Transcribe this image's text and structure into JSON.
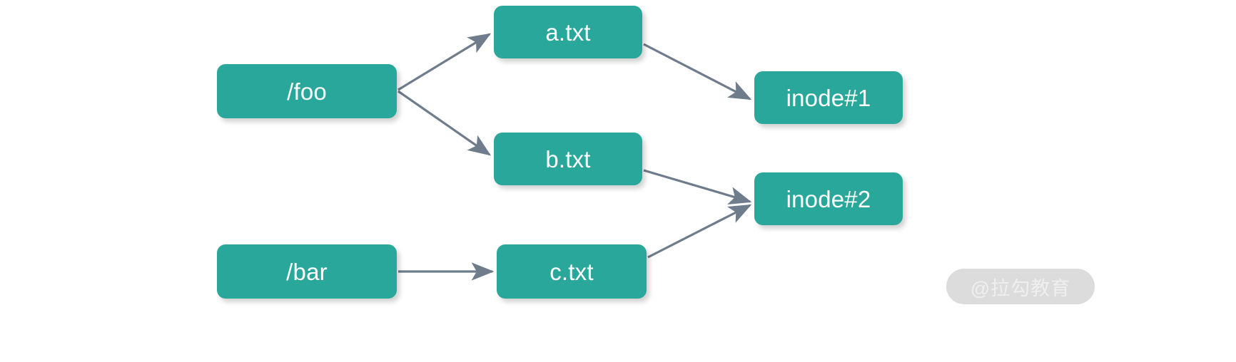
{
  "diagram": {
    "title": "filesystem hard link diagram",
    "background_color": "#FFFFFF",
    "node_fill_color": "#2AA79B",
    "node_text_color": "#FFFFFF",
    "edge_color": "#6E7C8C",
    "nodes": [
      {
        "id": "foo",
        "label": "/foo"
      },
      {
        "id": "a",
        "label": "a.txt"
      },
      {
        "id": "b",
        "label": "b.txt"
      },
      {
        "id": "inode1",
        "label": "inode#1"
      },
      {
        "id": "inode2",
        "label": "inode#2"
      },
      {
        "id": "bar",
        "label": "/bar"
      },
      {
        "id": "c",
        "label": "c.txt"
      }
    ],
    "edges": [
      {
        "from": "foo",
        "to": "a",
        "style": "arrow"
      },
      {
        "from": "foo",
        "to": "b",
        "style": "arrow"
      },
      {
        "from": "a",
        "to": "inode1",
        "style": "arrow"
      },
      {
        "from": "b",
        "to": "inode2",
        "style": "arrow"
      },
      {
        "from": "bar",
        "to": "c",
        "style": "arrow"
      },
      {
        "from": "c",
        "to": "inode2",
        "style": "arrow"
      }
    ]
  },
  "watermark": {
    "text": "@拉勾教育",
    "pill_color": "#DCDCDC",
    "text_color": "#EFEFEF"
  }
}
